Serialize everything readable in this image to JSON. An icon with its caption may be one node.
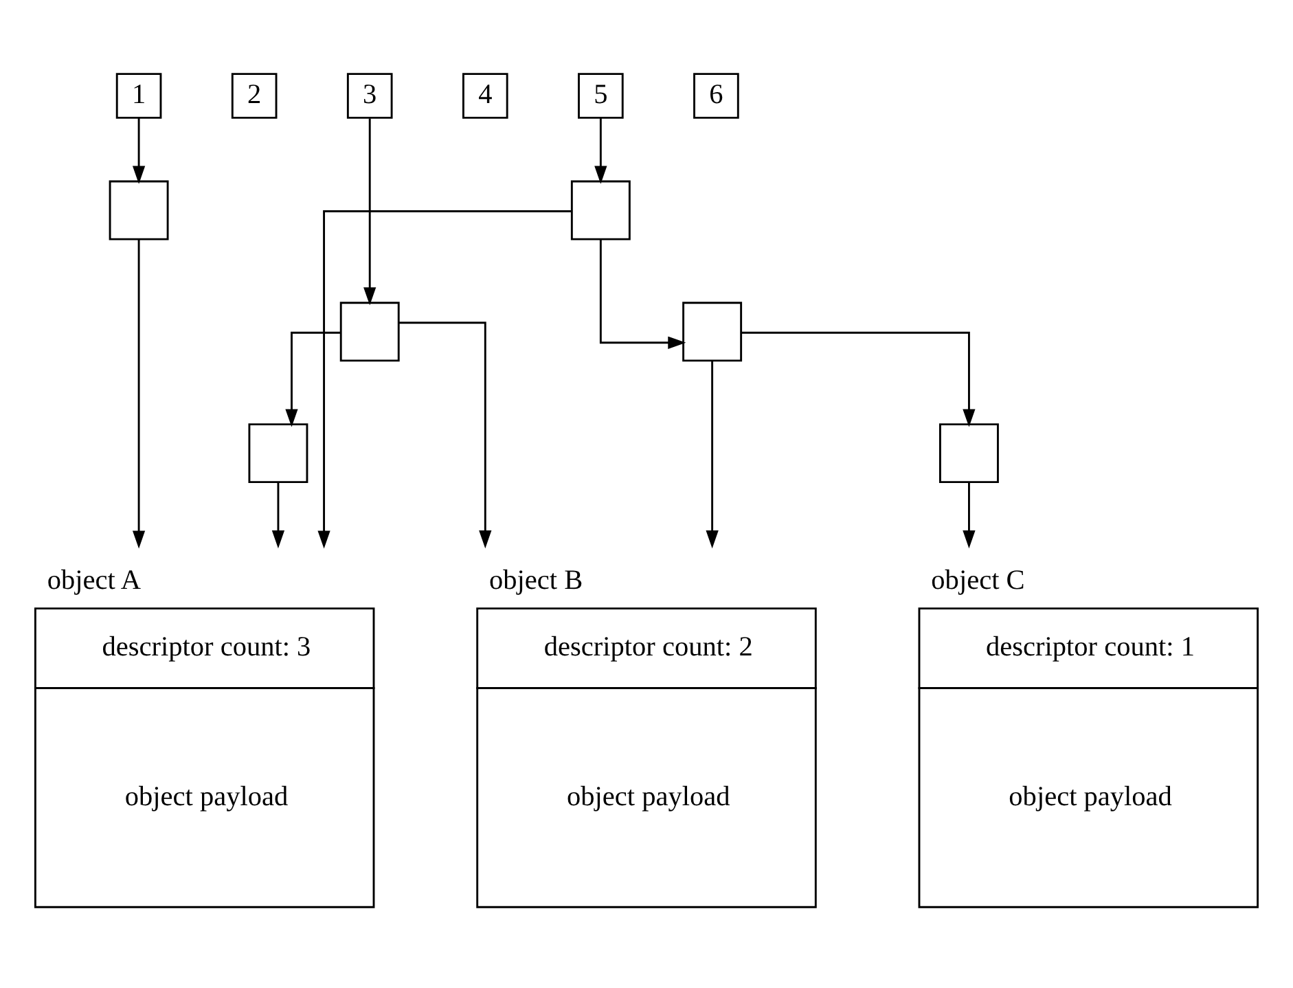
{
  "diagram": {
    "nodes": [
      {
        "text": [
          "1"
        ]
      },
      {
        "text": [
          "2"
        ]
      },
      {
        "text": [
          "3"
        ]
      },
      {
        "text": [
          "4"
        ]
      },
      {
        "text": [
          "5"
        ]
      },
      {
        "text": [
          "6"
        ]
      },
      {
        "text": [],
        "shape": "box"
      },
      {
        "text": [],
        "shape": "box"
      },
      {
        "text": [],
        "shape": "box"
      },
      {
        "text": [],
        "shape": "box"
      },
      {
        "text": [],
        "shape": "box"
      },
      {
        "text": [],
        "shape": "box"
      },
      {
        "text": [
          "object A",
          "descriptor count: 3",
          "object payload"
        ]
      },
      {
        "text": [
          "object B",
          "descriptor count: 2",
          "object payload"
        ]
      },
      {
        "text": [
          "object C",
          "descriptor count: 1",
          "object payload"
        ]
      }
    ],
    "edges": [
      {
        "from": 0,
        "to": 6,
        "arrow": "to"
      },
      {
        "from": 2,
        "to": 7,
        "arrow": "to"
      },
      {
        "from": 7,
        "to": 8,
        "arrow": "to"
      },
      {
        "from": 4,
        "to": 9,
        "arrow": "to"
      },
      {
        "from": 9,
        "to": 10,
        "arrow": "to"
      },
      {
        "from": 10,
        "to": 11,
        "arrow": "to"
      },
      {
        "from": 6,
        "to": 12,
        "arrow": "to"
      },
      {
        "from": 7,
        "to": 13,
        "arrow": "to"
      },
      {
        "from": 8,
        "to": 12,
        "arrow": "to"
      },
      {
        "from": 9,
        "to": 12,
        "arrow": "to"
      },
      {
        "from": 10,
        "to": 13,
        "arrow": "to"
      },
      {
        "from": 11,
        "to": 14,
        "arrow": "to"
      }
    ]
  }
}
